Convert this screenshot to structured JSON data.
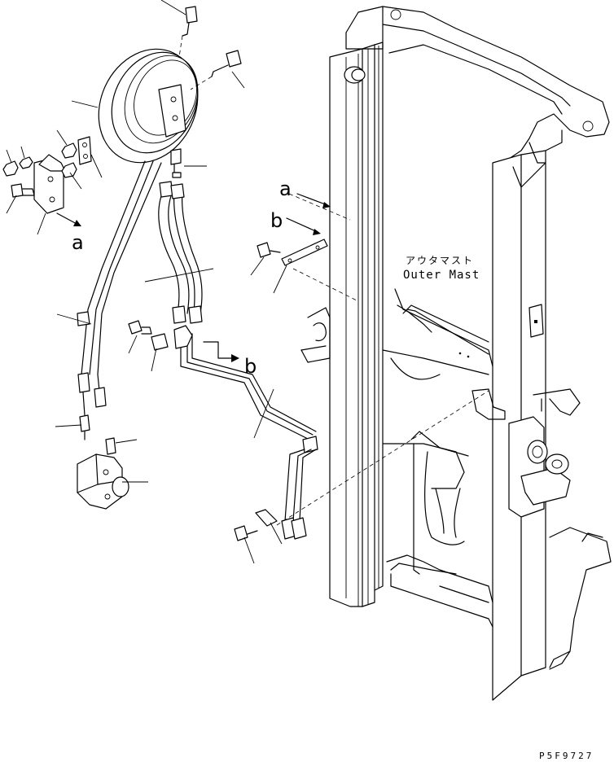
{
  "labels": {
    "mast_japanese": "アウタマスト",
    "mast_english": "Outer Mast",
    "drawing_code": "P5F9727"
  },
  "view_letters": {
    "a_upper": "a",
    "b_upper": "b",
    "a_lower": "a",
    "b_lower": "b"
  }
}
